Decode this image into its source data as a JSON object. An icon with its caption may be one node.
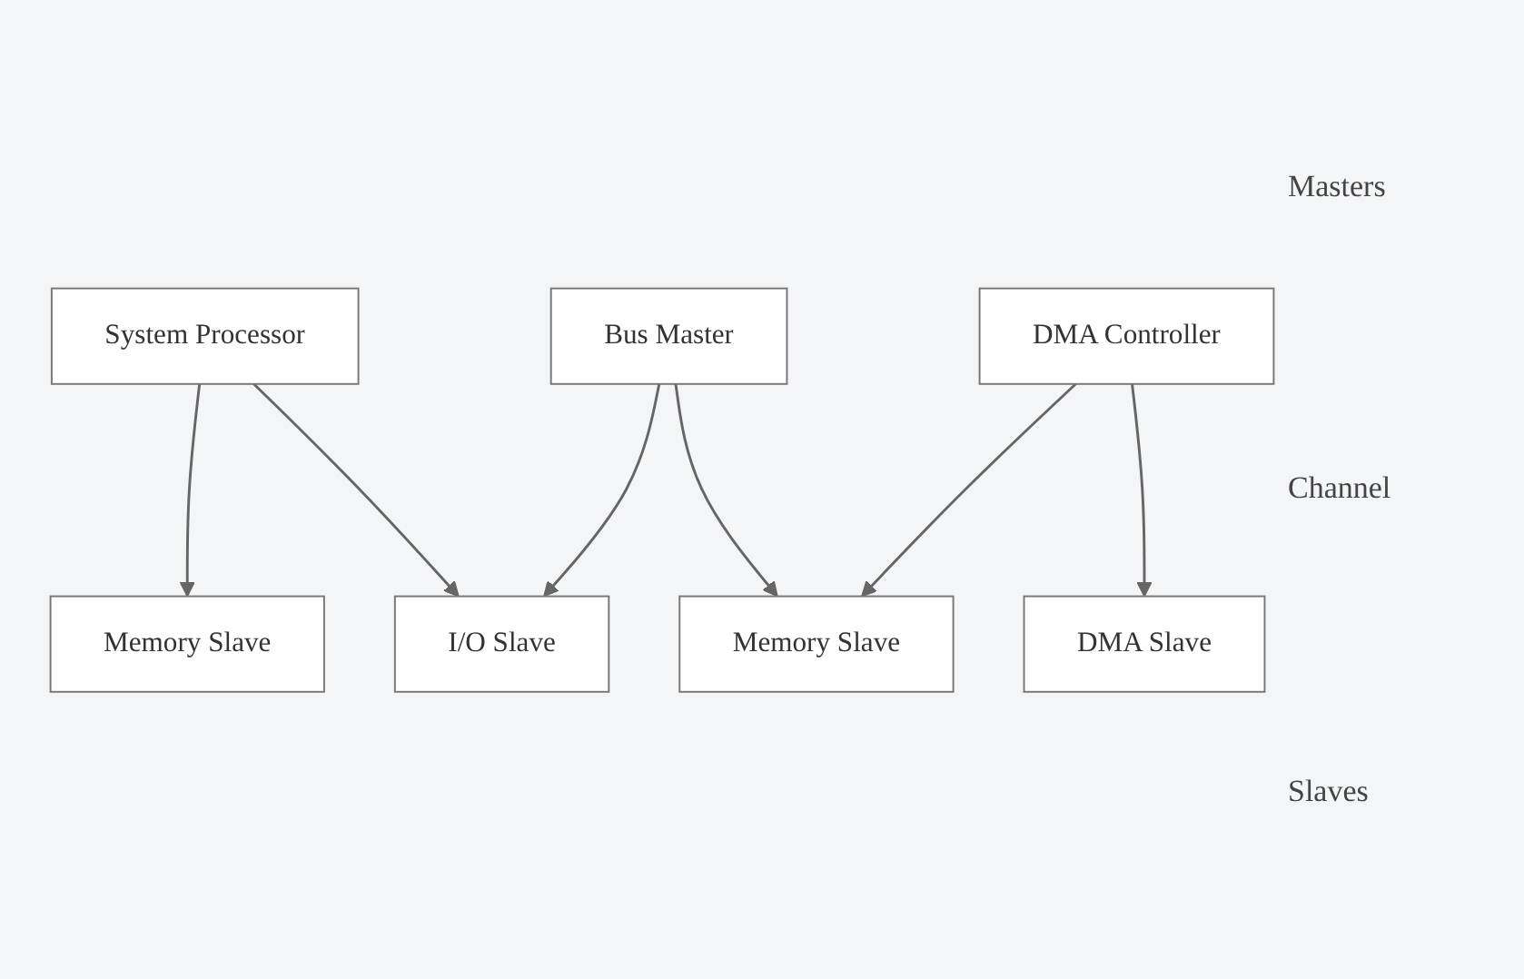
{
  "diagram": {
    "nodes": [
      {
        "text": [
          "System Processor"
        ]
      },
      {
        "text": [
          "Bus Master"
        ]
      },
      {
        "text": [
          "DMA Controller"
        ]
      },
      {
        "text": [
          "Memory Slave"
        ]
      },
      {
        "text": [
          "I/O Slave"
        ]
      },
      {
        "text": [
          "Memory Slave"
        ]
      },
      {
        "text": [
          "DMA Slave"
        ]
      }
    ],
    "edges": [
      {
        "from": 0,
        "to": 3,
        "arrow": "to"
      },
      {
        "from": 0,
        "to": 4,
        "arrow": "to"
      },
      {
        "from": 1,
        "to": 4,
        "arrow": "to"
      },
      {
        "from": 1,
        "to": 5,
        "arrow": "to"
      },
      {
        "from": 2,
        "to": 5,
        "arrow": "to"
      },
      {
        "from": 2,
        "to": 6,
        "arrow": "to"
      }
    ],
    "labels": [
      "Masters",
      "Channel",
      "Slaves"
    ]
  }
}
